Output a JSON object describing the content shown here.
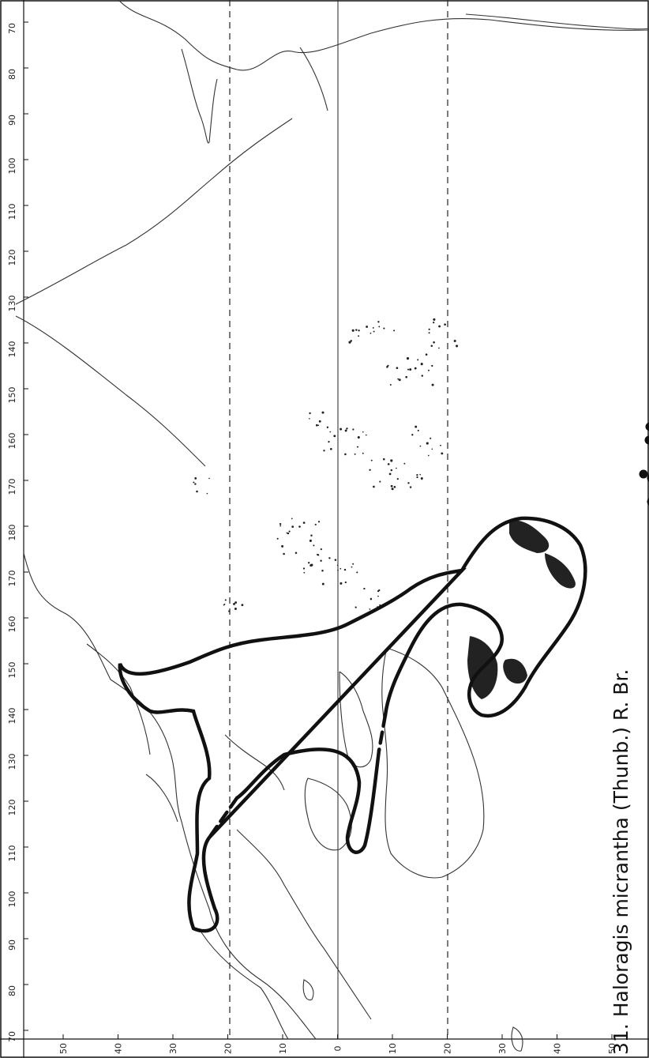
{
  "map": {
    "caption": "31. Haloragis micrantha (Thunb.) R. Br.",
    "longitude_labels": [
      "70",
      "80",
      "90",
      "100",
      "110",
      "120",
      "130",
      "140",
      "150",
      "160",
      "170",
      "180",
      "170",
      "160",
      "150",
      "140",
      "130",
      "120",
      "110",
      "100",
      "90",
      "80",
      "70"
    ],
    "latitude_labels": [
      "50",
      "40",
      "30",
      "20",
      "10",
      "0",
      "10",
      "20",
      "30",
      "40",
      "50"
    ],
    "colors": {
      "ink": "#111111",
      "coast": "#333333",
      "paper": "#ffffff"
    },
    "features": {
      "equator_line": "solid",
      "tropic_lines": "dashed",
      "distribution_outline": "thick solid with dashed segments",
      "occurrence_markers": "filled circles"
    }
  }
}
